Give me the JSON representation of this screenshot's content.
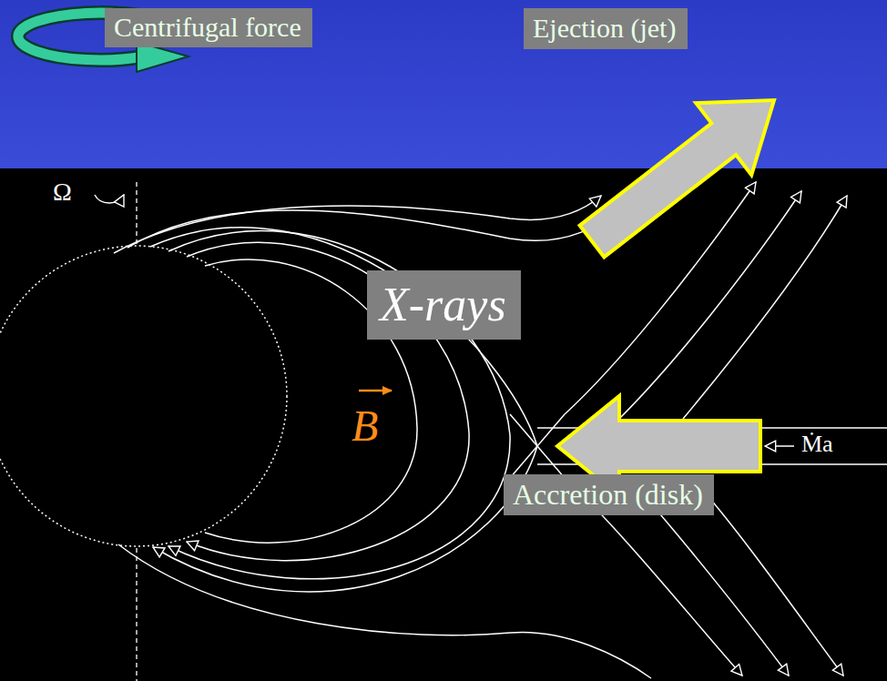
{
  "diagram": {
    "nodes": [
      {
        "text": [
          "Centrifugal force"
        ]
      },
      {
        "text": [
          "Ejection (jet)"
        ]
      },
      {
        "text": [
          "X-rays"
        ]
      },
      {
        "text": [
          "Accretion (disk)"
        ]
      }
    ],
    "labels": [
      "Ω",
      "B",
      "Ṁa"
    ]
  }
}
